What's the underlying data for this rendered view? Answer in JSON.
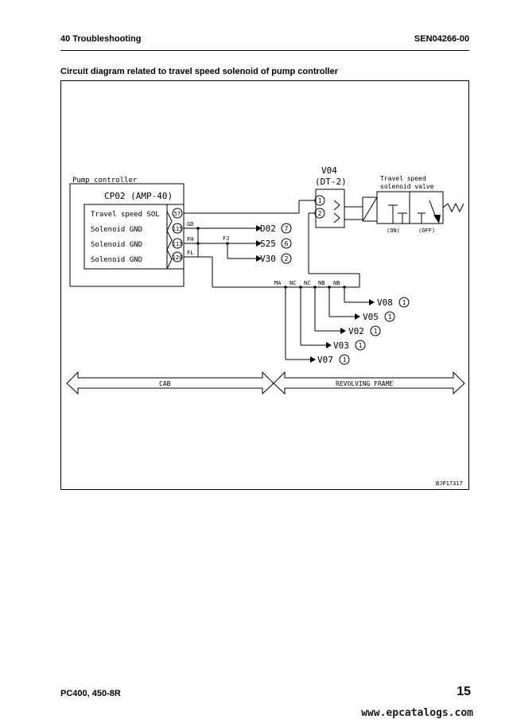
{
  "header": {
    "section": "40 Troubleshooting",
    "doc_code": "SEN04266-00"
  },
  "title": "Circuit diagram related to travel speed solenoid of pump controller",
  "diagram": {
    "pump_controller": {
      "label": "Pump controller",
      "connector": "CP02 (AMP-40)",
      "signals": [
        {
          "name": "Travel speed SOL",
          "pin": "57"
        },
        {
          "name": "Solenoid GND",
          "pin": "115"
        },
        {
          "name": "Solenoid GND",
          "pin": "117"
        },
        {
          "name": "Solenoid GND",
          "pin": "120"
        }
      ]
    },
    "wire_codes": [
      "GD",
      "FH",
      "FL",
      "FJ"
    ],
    "v04": {
      "name": "V04",
      "connector": "(DT-2)",
      "pins": [
        "1",
        "2"
      ]
    },
    "solenoid_valve": {
      "label_line1": "Travel speed",
      "label_line2": "solenoid valve",
      "state_on": "(ON)",
      "state_off": "(OFF)"
    },
    "grounds_top": [
      {
        "name": "D02",
        "pin": "7"
      },
      {
        "name": "S25",
        "pin": "6"
      },
      {
        "name": "V30",
        "pin": "2"
      }
    ],
    "bus_labels": [
      "MA",
      "NC",
      "NC",
      "NB",
      "NB"
    ],
    "grounds_bottom": [
      {
        "name": "V08",
        "pin": "1"
      },
      {
        "name": "V05",
        "pin": "1"
      },
      {
        "name": "V02",
        "pin": "1"
      },
      {
        "name": "V03",
        "pin": "1"
      },
      {
        "name": "V07",
        "pin": "1"
      }
    ],
    "areas": {
      "cab": "CAB",
      "frame": "REVOLVING FRAME"
    },
    "figure_id": "BJP17317"
  },
  "footer": {
    "model": "PC400, 450-8R",
    "page": "15",
    "watermark": "www.epcatalogs.com"
  }
}
